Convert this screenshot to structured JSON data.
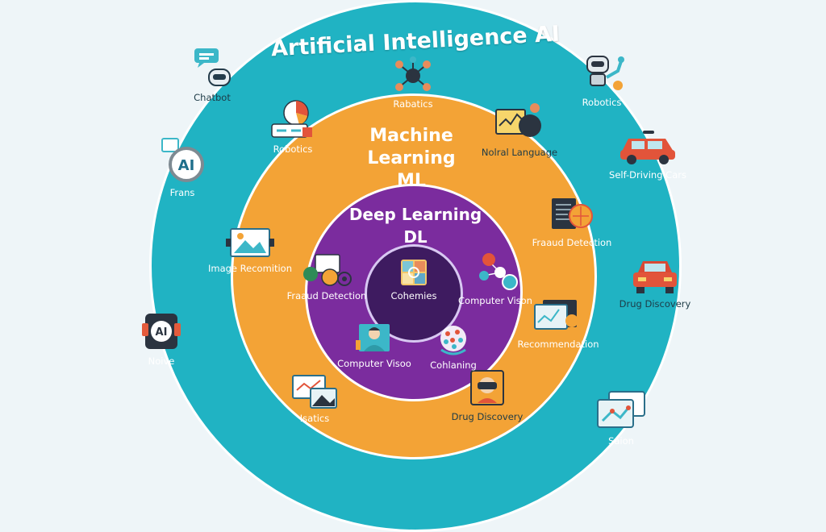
{
  "layers": {
    "ai": {
      "title": "Artificial Intelligence AI",
      "color": "#20b3c3"
    },
    "ml": {
      "title_line1": "Machine Learning",
      "title_line2": "ML",
      "color": "#f3a336"
    },
    "dl": {
      "title_line1": "Deep Learning",
      "title_line2": "DL",
      "color": "#7b2c9e"
    },
    "core": {
      "label": "Cohemies",
      "color": "#3e1b60"
    }
  },
  "outer_items": [
    {
      "label": "Chatbot",
      "icon": "chatbot-icon"
    },
    {
      "label": "Frans",
      "icon": "ai-circle-icon"
    },
    {
      "label": "Noive",
      "icon": "ai-robot-icon"
    },
    {
      "label": "Robotics",
      "icon": "robot-arm-icon"
    },
    {
      "label": "Self-Driving Cars",
      "icon": "car-icon"
    },
    {
      "label": "Drug Discovery",
      "icon": "car-front-icon"
    },
    {
      "label": "Saion",
      "icon": "map-pins-icon"
    }
  ],
  "ai_ring_items": [
    {
      "label": "Rabatics",
      "icon": "network-nodes-icon"
    },
    {
      "label": "Robotics",
      "icon": "pie-chart-icon"
    },
    {
      "label": "Nolral Language",
      "icon": "chart-gear-icon"
    },
    {
      "label": "Fraaud Detection",
      "icon": "document-globe-icon"
    },
    {
      "label": "Image Recomition",
      "icon": "image-icon"
    },
    {
      "label": "Recommendation",
      "icon": "monitor-gear-icon"
    },
    {
      "label": "Isatics",
      "icon": "chart-image-icon"
    },
    {
      "label": "Drug Discovery",
      "icon": "vr-headset-icon"
    }
  ],
  "dl_items": [
    {
      "label": "Fraaud Detection",
      "icon": "target-gear-icon"
    },
    {
      "label": "Computer Vison",
      "icon": "molecule-icon"
    },
    {
      "label": "Computer Visoo",
      "icon": "person-screen-icon"
    },
    {
      "label": "Cohlaning",
      "icon": "brain-dots-icon"
    }
  ]
}
